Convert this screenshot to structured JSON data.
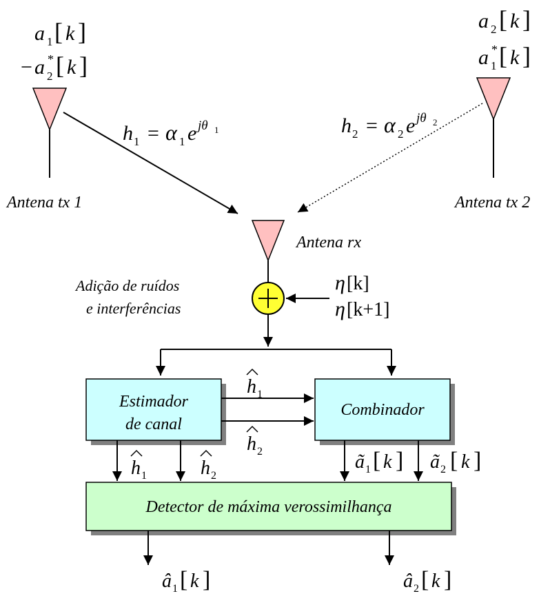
{
  "tx1": {
    "symbol_a": "a",
    "symbol_a_sub": "1",
    "index": "k",
    "neg_sign": "−",
    "symbol_b": "a",
    "symbol_b_sup": "*",
    "symbol_b_sub": "2",
    "label": "Antena tx 1"
  },
  "tx2": {
    "symbol_a": "a",
    "symbol_a_sub": "2",
    "index": "k",
    "symbol_b": "a",
    "symbol_b_sup": "*",
    "symbol_b_sub": "1",
    "label": "Antena tx 2"
  },
  "channels": {
    "h1": {
      "name": "h",
      "sub": "1",
      "eq": "=",
      "alpha": "α",
      "alpha_sub": "1",
      "exp_base": "e",
      "exp": "jθ",
      "exp_sub": "1"
    },
    "h2": {
      "name": "h",
      "sub": "2",
      "eq": "=",
      "alpha": "α",
      "alpha_sub": "2",
      "exp_base": "e",
      "exp": "jθ",
      "exp_sub": "2"
    }
  },
  "rx": {
    "label": "Antena rx"
  },
  "noise": {
    "label_line1": "Adição de ruídos",
    "label_line2": "e interferências",
    "eta_symbol": "η",
    "eta_k": "[k]",
    "eta_k1": "[k+1]"
  },
  "blocks": {
    "estimator": {
      "line1": "Estimador",
      "line2": "de canal",
      "fill": "#ccffff"
    },
    "combiner": {
      "label": "Combinador",
      "fill": "#ccffff"
    },
    "detector": {
      "label": "Detector de máxima verossimilhança",
      "fill": "#ccffcc"
    }
  },
  "signals": {
    "h_hat": "h",
    "hat_mark": "^",
    "h_hat_sub_1": "1",
    "h_hat_sub_2": "2",
    "tilde_a": "ã",
    "tilde_a_sub_1": "1",
    "tilde_a_sub_2": "2",
    "est_a": "â",
    "est_a_sub_1": "1",
    "est_a_sub_2": "2",
    "index": "k"
  },
  "colors": {
    "antenna": "#ffc0c0",
    "summer": "#ffff33",
    "shadow": "#808080"
  }
}
